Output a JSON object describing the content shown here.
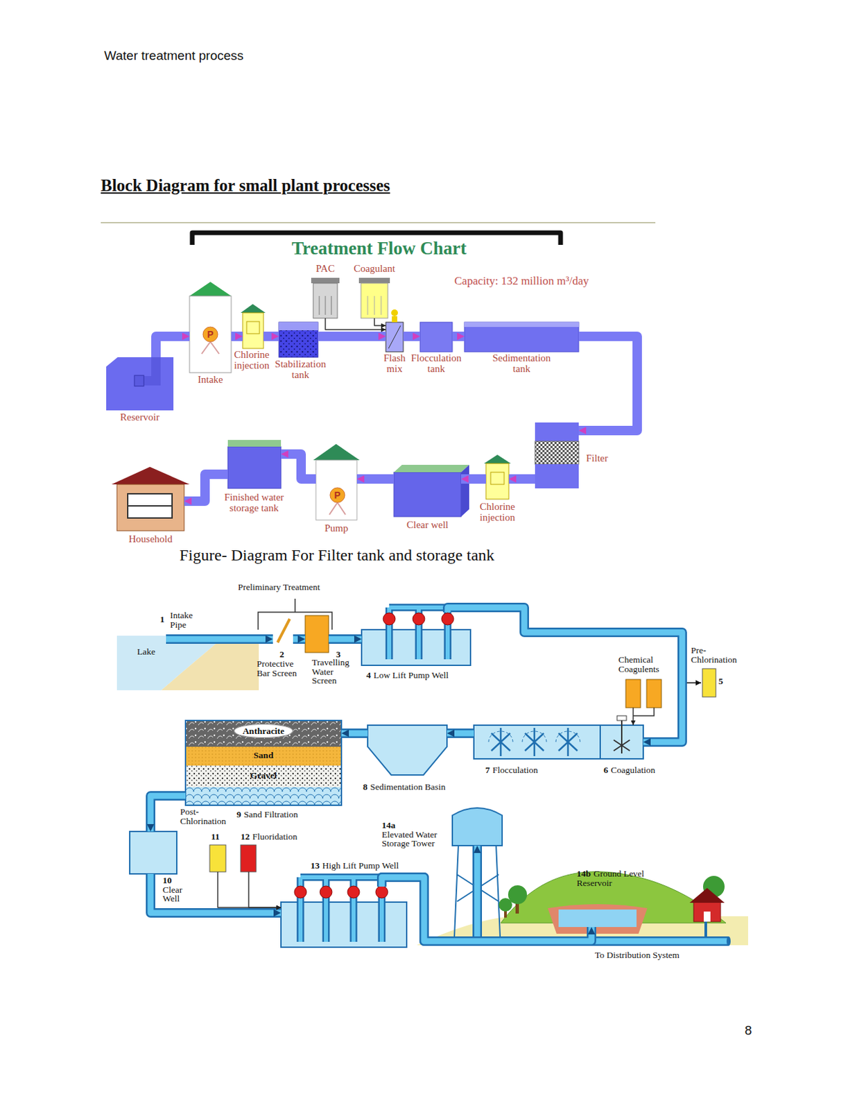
{
  "diagram": {
    "title": "Block Diagram for small plant processes",
    "caption": "Figure- Diagram For Filter tank and storage tank",
    "nodes": [
      {
        "text": [
          "Reservoir"
        ]
      },
      {
        "text": [
          "P",
          "Intake"
        ]
      },
      {
        "text": [
          "Chlorine injection"
        ]
      },
      {
        "text": [
          "Stabilization tank"
        ]
      },
      {
        "text": [
          "PAC"
        ]
      },
      {
        "text": [
          "Coagulant"
        ]
      },
      {
        "text": [
          "Flash mix"
        ]
      },
      {
        "text": [
          "Flocculation tank"
        ]
      },
      {
        "text": [
          "Sedimentation tank"
        ]
      },
      {
        "text": [
          "Filter"
        ]
      },
      {
        "text": [
          "Chlorine injection"
        ]
      },
      {
        "text": [
          "Clear well"
        ]
      },
      {
        "text": [
          "P",
          "Pump"
        ]
      },
      {
        "text": [
          "Finished water storage tank"
        ]
      },
      {
        "text": [
          "Household"
        ]
      },
      {
        "text": [
          "Lake"
        ]
      },
      {
        "text": [
          "2",
          "Protective Bar Screen"
        ]
      },
      {
        "text": [
          "3",
          "Travelling Water Screen"
        ]
      },
      {
        "text": [
          "4",
          "Low Lift Pump Well"
        ]
      },
      {
        "text": [
          "Pre- Chlorination",
          "5"
        ]
      },
      {
        "text": [
          "Chemical Coagulents"
        ]
      },
      {
        "text": [
          "6",
          "Coagulation"
        ]
      },
      {
        "text": [
          "7",
          "Flocculation"
        ]
      },
      {
        "text": [
          "8",
          "Sedimentation Basin"
        ]
      },
      {
        "text": [
          "9",
          "Sand Filtration"
        ]
      },
      {
        "text": [
          "Anthracite"
        ],
        "in": 24
      },
      {
        "text": [
          "Sand"
        ],
        "in": 24
      },
      {
        "text": [
          "Gravel"
        ],
        "in": 24
      },
      {
        "text": [
          "10",
          "Clear Well"
        ]
      },
      {
        "text": [
          "Post- Chlorination",
          "11"
        ]
      },
      {
        "text": [
          "12",
          "Fluoridation"
        ]
      },
      {
        "text": [
          "13",
          "High Lift Pump Well"
        ]
      },
      {
        "text": [
          "14a",
          "Elevated Water Storage Tower"
        ]
      },
      {
        "text": [
          "14b",
          "Ground Level Reservoir"
        ]
      }
    ],
    "edges": [
      {
        "from": 0,
        "to": 1,
        "arrow": "to"
      },
      {
        "from": 1,
        "to": 2,
        "arrow": "to"
      },
      {
        "from": 2,
        "to": 3,
        "arrow": "to"
      },
      {
        "from": 3,
        "to": 6,
        "arrow": "to"
      },
      {
        "from": 4,
        "to": 6,
        "arrow": "to"
      },
      {
        "from": 5,
        "to": 6,
        "arrow": "to"
      },
      {
        "from": 6,
        "to": 7,
        "arrow": "to"
      },
      {
        "from": 7,
        "to": 8,
        "arrow": "to"
      },
      {
        "from": 8,
        "to": 9,
        "arrow": "to"
      },
      {
        "from": 9,
        "to": 10,
        "arrow": "to"
      },
      {
        "from": 10,
        "to": 11,
        "arrow": "to"
      },
      {
        "from": 11,
        "to": 12,
        "arrow": "to"
      },
      {
        "from": 12,
        "to": 13,
        "arrow": "to"
      },
      {
        "from": 13,
        "to": 14,
        "arrow": "to"
      },
      {
        "from": 15,
        "to": 16,
        "arrow": "to"
      },
      {
        "from": 16,
        "to": 17,
        "arrow": "to"
      },
      {
        "from": 17,
        "to": 18,
        "arrow": "to"
      },
      {
        "from": 18,
        "to": 21,
        "arrow": "to"
      },
      {
        "from": 20,
        "to": 21,
        "arrow": "to"
      },
      {
        "from": 22,
        "to": 23,
        "arrow": "to"
      },
      {
        "from": 23,
        "to": 24,
        "arrow": "to"
      },
      {
        "from": 24,
        "to": 28,
        "arrow": "to"
      },
      {
        "from": 28,
        "to": 31,
        "arrow": "to"
      },
      {
        "from": 29,
        "to": 31,
        "arrow": "to"
      },
      {
        "from": 30,
        "to": 31,
        "arrow": "to"
      },
      {
        "from": 31,
        "to": 32,
        "arrow": "to"
      },
      {
        "from": 31,
        "to": 33,
        "arrow": "to"
      }
    ],
    "labels": [
      "Water treatment process",
      "Treatment Flow Chart",
      "Capacity: 132 million m³/day",
      "Preliminary Treatment",
      "1",
      "Intake Pipe",
      "To Distribution System",
      "8"
    ]
  }
}
